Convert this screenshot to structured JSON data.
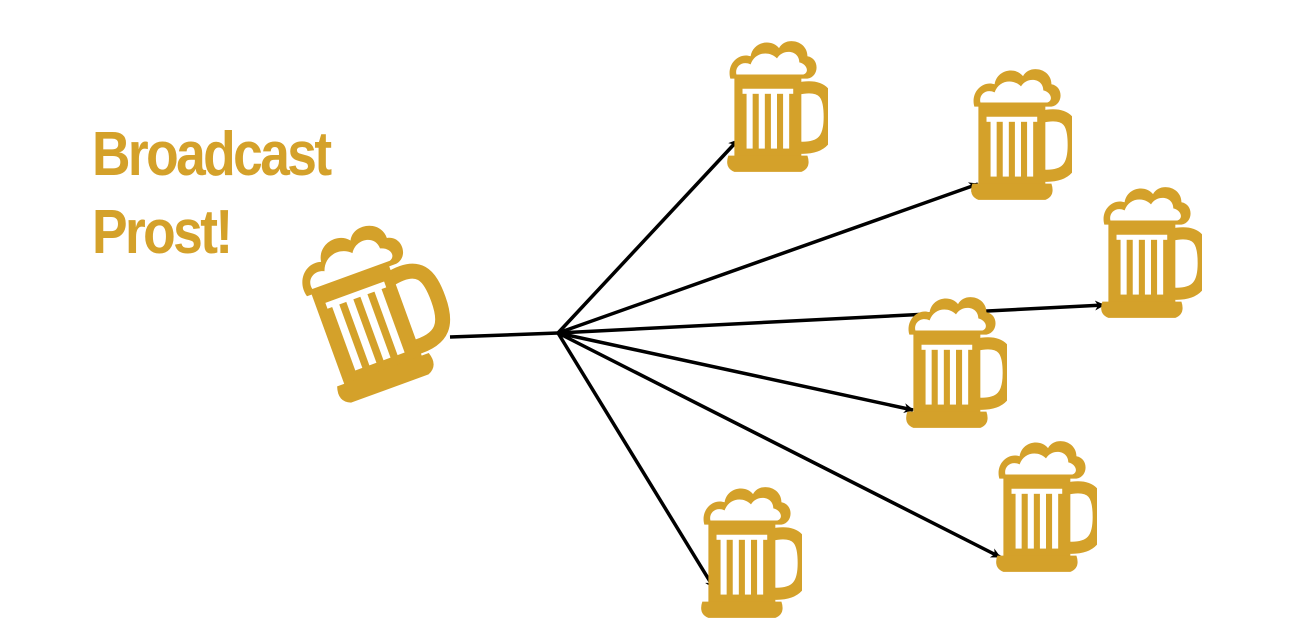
{
  "title": {
    "line1": "Broadcast",
    "line2": "Prost!"
  },
  "colors": {
    "beer": "#D4A12A",
    "foam": "#ffffff",
    "arrow": "#000000",
    "background": "#ffffff"
  },
  "diagram": {
    "source": {
      "id": "sender-mug",
      "icon": "beer-mug-icon"
    },
    "receivers": [
      {
        "id": "receiver-mug-1",
        "icon": "beer-mug-icon"
      },
      {
        "id": "receiver-mug-2",
        "icon": "beer-mug-icon"
      },
      {
        "id": "receiver-mug-3",
        "icon": "beer-mug-icon"
      },
      {
        "id": "receiver-mug-4",
        "icon": "beer-mug-icon"
      },
      {
        "id": "receiver-mug-5",
        "icon": "beer-mug-icon"
      },
      {
        "id": "receiver-mug-6",
        "icon": "beer-mug-icon"
      }
    ]
  }
}
